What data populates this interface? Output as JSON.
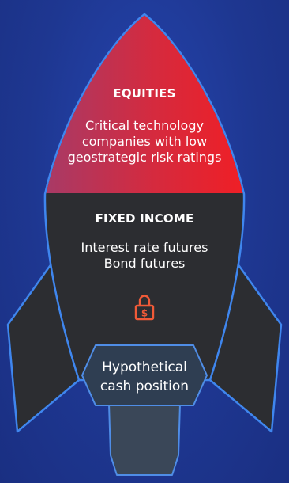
{
  "sections": {
    "equities": {
      "title": "EQUITIES",
      "lines": [
        "Critical technology",
        "companies with low",
        "geostrategic risk ratings"
      ]
    },
    "fixed_income": {
      "title": "FIXED INCOME",
      "lines": [
        "Interest rate futures",
        "Bond futures"
      ]
    },
    "cash": {
      "lines": [
        "Hypothetical",
        "cash position"
      ]
    }
  },
  "icons": {
    "lock": "lock-dollar-icon"
  },
  "colors": {
    "background": "#1e3591",
    "nose_red": "#e3242b",
    "nose_pink": "#b2385e",
    "body_dark": "#2c2d31",
    "outline": "#3a7ae6",
    "lock_icon": "#f05a38",
    "cash_panel": "#2f3e52",
    "exhaust": "#3a4758"
  }
}
